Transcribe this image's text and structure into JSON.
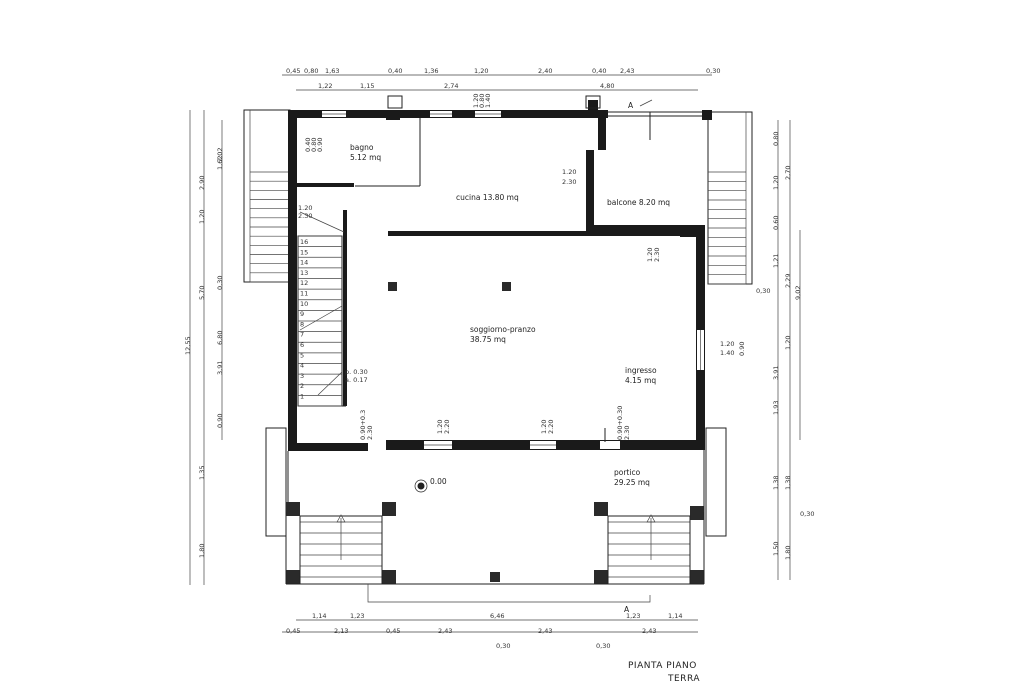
{
  "title": {
    "line1": "PIANTA PIANO",
    "line2": "TERRA"
  },
  "rooms": {
    "bagno": {
      "name": "bagno",
      "area": "5.12 mq"
    },
    "cucina": {
      "name": "cucina 13.80 mq"
    },
    "balcone": {
      "name": "balcone 8.20 mq"
    },
    "soggiorno": {
      "name": "soggiorno-pranzo",
      "area": "38.75 mq"
    },
    "ingresso": {
      "name": "ingresso",
      "area": "4.15 mq"
    },
    "portico": {
      "name": "portico",
      "area": "29.25 mq"
    }
  },
  "level_mark": "0.00",
  "section_mark": "A",
  "stair_note": {
    "line1": "p. 0.30",
    "line2": "a. 0.17"
  },
  "window_labels": {
    "bagno_win": {
      "a": "0.80",
      "b": "0.90",
      "c": "0.40"
    },
    "cucina_top": {
      "a": "1.20",
      "b": "0.80",
      "c": "1.40"
    },
    "cucina_balcone": {
      "a": "1.20",
      "b": "2.30"
    },
    "stair_door": {
      "a": "1.20",
      "b": "2.30"
    },
    "balcone_door": {
      "a": "1.20",
      "b": "2.30"
    },
    "ingresso_win": {
      "a": "1.20",
      "b": "1.40",
      "c": "0.90"
    },
    "portico_door1": {
      "a": "0.90+0.3",
      "b": "2.30"
    },
    "portico_win1": {
      "a": "1.20",
      "b": "2.20"
    },
    "portico_win2": {
      "a": "1.20",
      "b": "2.20"
    },
    "portico_door2": {
      "a": "0.90+0.30",
      "b": "2.30"
    }
  },
  "dims_top_row1": [
    "0,45",
    "0,80",
    "1,63",
    "0,40",
    "1,36",
    "1,20",
    "2,40",
    "0,40",
    "2,43",
    "0,30"
  ],
  "dims_top_row2": [
    "1,22",
    "1,15",
    "2,74",
    "4,80"
  ],
  "dims_bottom_row1": [
    "1,14",
    "1,23",
    "6,46",
    "1,23",
    "1,14"
  ],
  "dims_bottom_row2": [
    "0,45",
    "2,13",
    "0,45",
    "2,43",
    "2,43",
    "2,43"
  ],
  "dims_bottom_row3": [
    "0,30",
    "0,30"
  ],
  "dims_left_outer": [
    "12,55"
  ],
  "dims_left_mid": [
    "2,90",
    "1,20",
    "5,70",
    "1,35",
    "1,80"
  ],
  "dims_left_inner": [
    "2,02",
    "1,62",
    "0,30",
    "6,80",
    "3,91",
    "0,90"
  ],
  "dims_right_inner": [
    "0,80",
    "1,20",
    "0,60",
    "1,21",
    "3,91",
    "1,93",
    "1,38",
    "1,50"
  ],
  "dims_right_mid": [
    "2,70",
    "2,29",
    "1,20",
    "1,38",
    "1,80"
  ],
  "dims_right_outer": [
    "9,02",
    "0,30",
    "0,30"
  ],
  "stair_steps": [
    "16",
    "15",
    "14",
    "13",
    "12",
    "11",
    "10",
    "9",
    "8",
    "7",
    "6",
    "5",
    "4",
    "3",
    "2",
    "1"
  ]
}
